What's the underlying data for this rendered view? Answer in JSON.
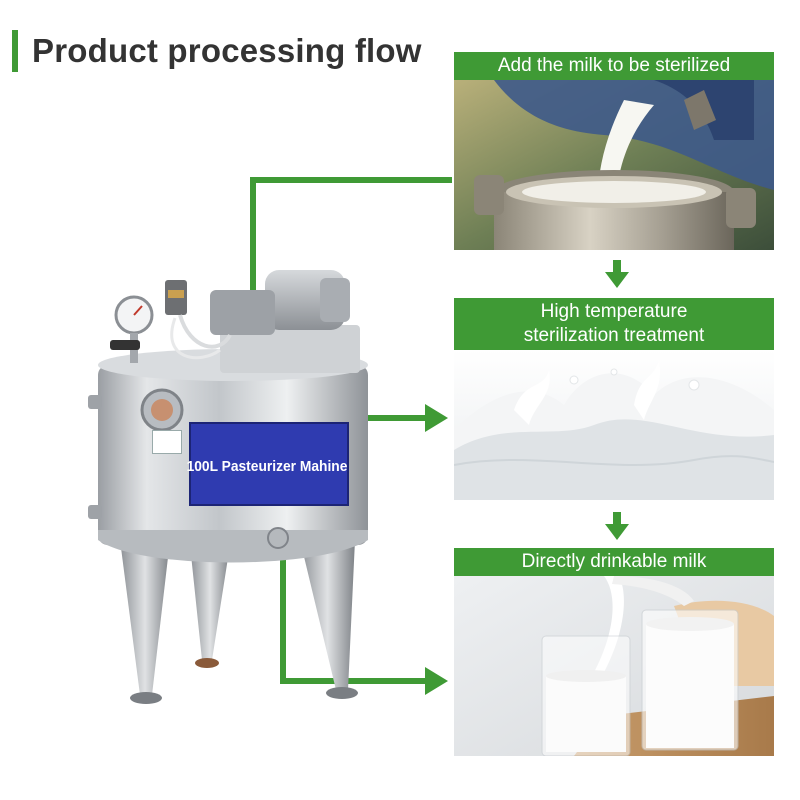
{
  "header": {
    "title": "Product processing flow"
  },
  "machine": {
    "plate_text": "100L Pasteurizer Mahine"
  },
  "steps": [
    {
      "label": "Add the milk to be sterilized",
      "photo_icon": "milk-pouring-into-can"
    },
    {
      "label_line1": "High temperature",
      "label_line2": "sterilization treatment",
      "photo_icon": "milk-splash"
    },
    {
      "label": "Directly drinkable milk",
      "photo_icon": "milk-glasses"
    }
  ],
  "colors": {
    "accent": "#3f9a35",
    "plate": "#2f3bb0",
    "title": "#333333"
  }
}
